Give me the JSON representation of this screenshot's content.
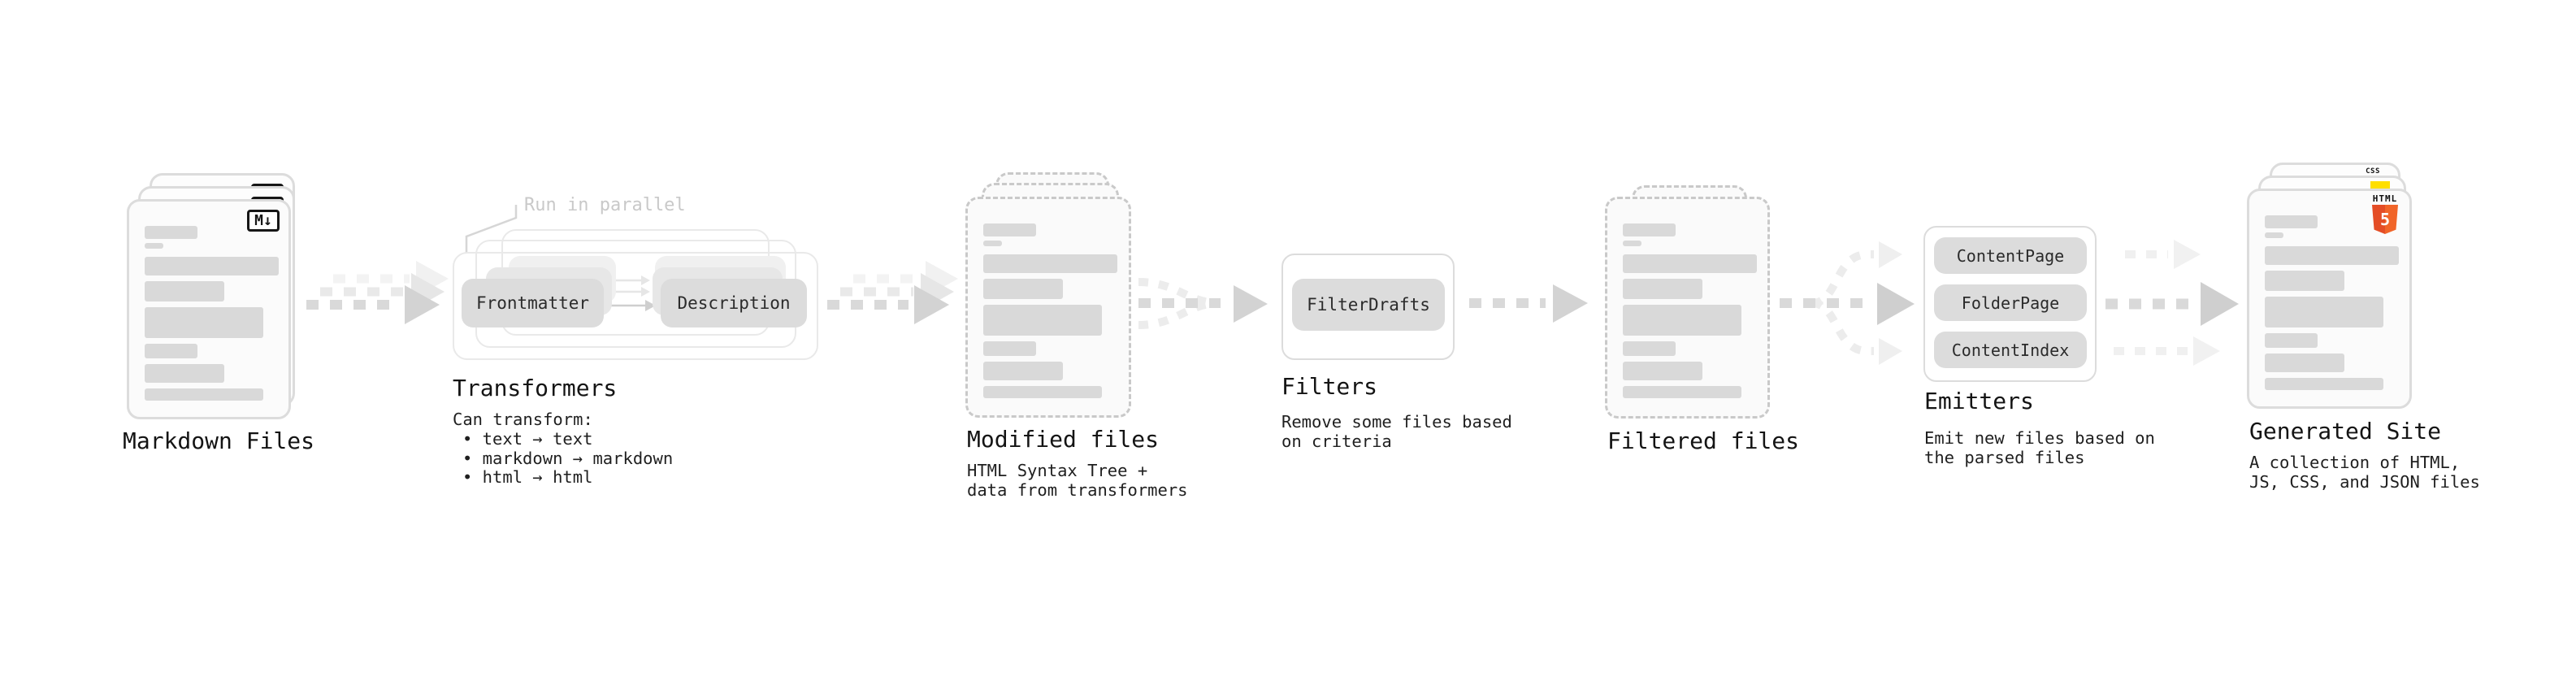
{
  "diagram": {
    "markdown": {
      "label": "Markdown Files",
      "badge": "M↓"
    },
    "transformers": {
      "annotation": "Run in parallel",
      "pill_left": "Frontmatter",
      "pill_right": "Description",
      "heading": "Transformers",
      "caption_title": "Can transform:",
      "bullets": [
        "• text → text",
        "• markdown → markdown",
        "• html → html"
      ]
    },
    "modified": {
      "label": "Modified files",
      "caption": [
        "HTML Syntax Tree +",
        "data from transformers"
      ]
    },
    "filters": {
      "heading": "Filters",
      "pill": "FilterDrafts",
      "caption": [
        "Remove some files based",
        "on criteria"
      ]
    },
    "filtered": {
      "label": "Filtered files"
    },
    "emitters": {
      "heading": "Emitters",
      "pills": [
        "ContentPage",
        "FolderPage",
        "ContentIndex"
      ],
      "caption": [
        "Emit new files based on",
        "the parsed files"
      ]
    },
    "generated": {
      "label": "Generated Site",
      "caption": [
        "A collection of HTML,",
        "JS, CSS, and JSON files"
      ],
      "css_badge": "CSS",
      "html_badge_text": "HTML",
      "html_badge_number": "5"
    }
  },
  "colors": {
    "bar": "#d9d9d9",
    "pill": "#dcdcdc",
    "arrow": "#d9d9d9",
    "arrow_light": "#eeeeee",
    "css_accent": "#2862e9",
    "js_accent": "#ffdf00",
    "html5_accent": "#e44d26"
  }
}
